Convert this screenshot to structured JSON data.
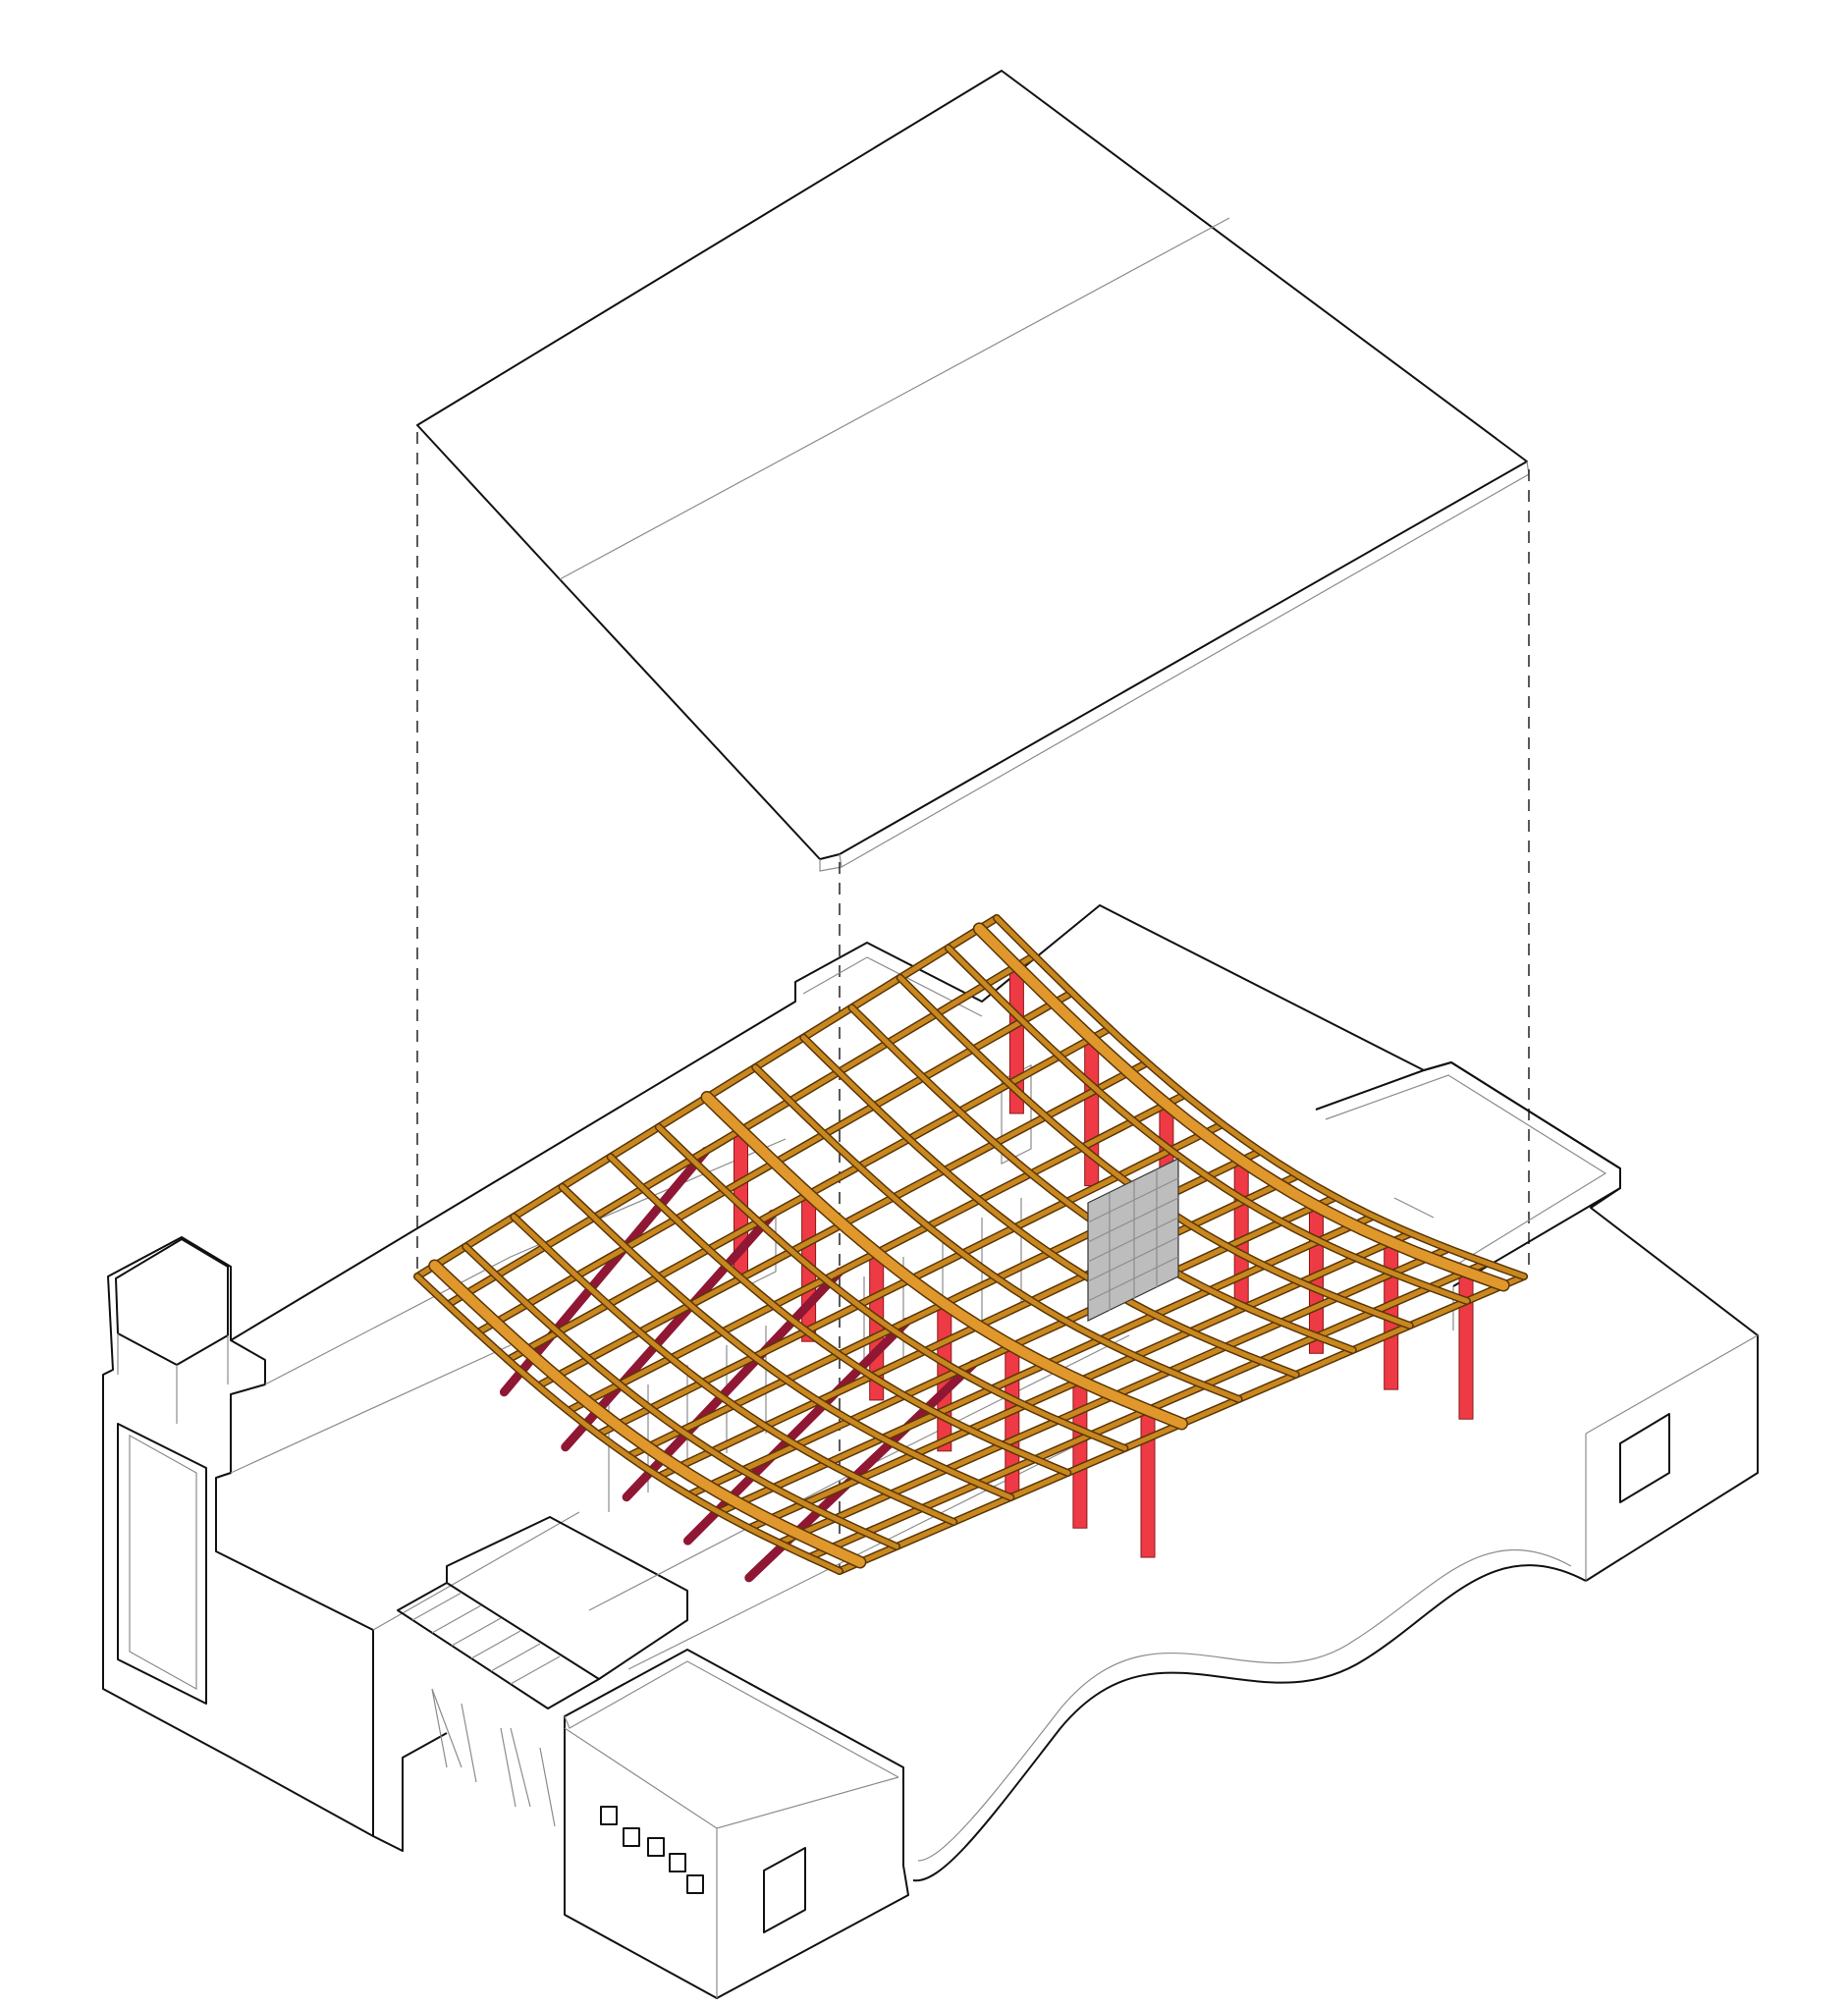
{
  "diagram": {
    "kind": "exploded isometric axonometric",
    "parts": [
      {
        "name": "roof-panel",
        "colour": "#e6e6e6"
      },
      {
        "name": "timber-beam-grid",
        "colour": "#c9871f"
      },
      {
        "name": "columns",
        "colour": "#ee3a45"
      },
      {
        "name": "braces",
        "colour": "#8f1733"
      },
      {
        "name": "building-base",
        "colour": "#ffffff"
      }
    ],
    "line_colour": "#111111",
    "guide_style": "dashed"
  }
}
